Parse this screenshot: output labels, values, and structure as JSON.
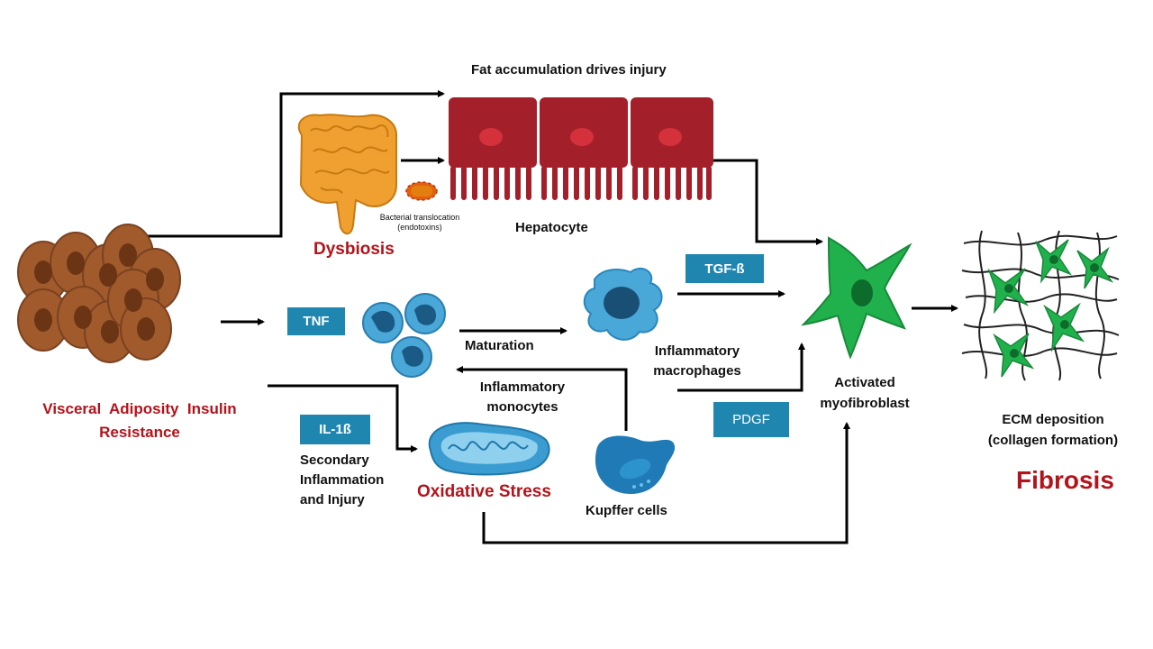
{
  "labels": {
    "fat_accumulation": "Fat accumulation drives injury",
    "hepatocyte": "Hepatocyte",
    "dysbiosis": "Dysbiosis",
    "bacterial_translocation_line1": "Bacterial translocation",
    "bacterial_translocation_line2": "(endotoxins)",
    "visceral_line1": "Visceral  Adiposity  Insulin",
    "visceral_line2": "Resistance",
    "maturation": "Maturation",
    "inflammatory_macrophages_line1": "Inflammatory",
    "inflammatory_macrophages_line2": "macrophages",
    "inflammatory_monocytes_line1": "Inflammatory",
    "inflammatory_monocytes_line2": "monocytes",
    "activated_line1": "Activated",
    "activated_line2": "myofibroblast",
    "ecm_line1": "ECM deposition",
    "ecm_line2": "(collagen formation)",
    "fibrosis": "Fibrosis",
    "secondary_line1": "Secondary",
    "secondary_line2": "Inflammation",
    "secondary_line3": "and Injury",
    "oxidative_stress": "Oxidative Stress",
    "kupffer": "Kupffer cells"
  },
  "boxes": {
    "tnf": "TNF",
    "il1b": "IL-1ß",
    "tgfb": "TGF-ß",
    "pdgf": "PDGF"
  },
  "colors": {
    "title_red": "#b3131b",
    "box_blue": "#1f86b0",
    "hepatocyte_red": "#a3202a",
    "myofibroblast_green": "#20b14c",
    "adipocyte_brown": "#a05a2c",
    "gut_orange": "#f0a030"
  }
}
